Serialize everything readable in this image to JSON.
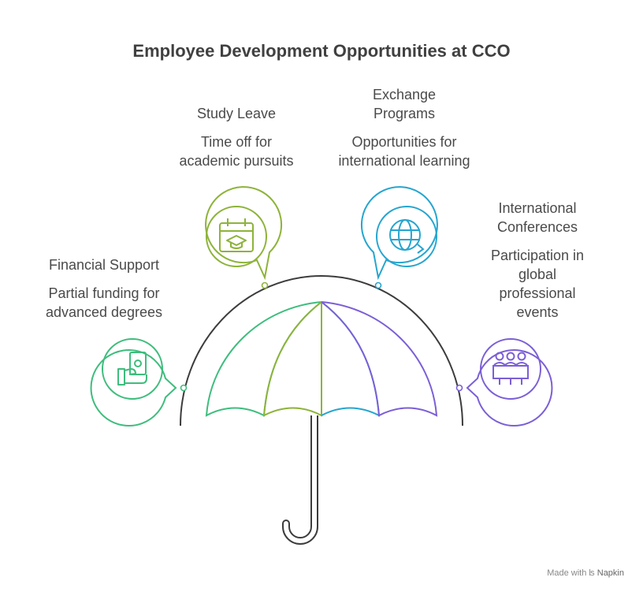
{
  "title": "Employee Development Opportunities at CCO",
  "items": [
    {
      "head": "Study Leave",
      "desc": "Time off for academic pursuits",
      "icon": "calendar-graduation-icon",
      "color": "#8db33a"
    },
    {
      "head": "Exchange Programs",
      "desc": "Opportunities for international learning",
      "icon": "globe-icon",
      "color": "#26a5cf"
    },
    {
      "head": "International Conferences",
      "desc": "Participation in global professional events",
      "icon": "conference-icon",
      "color": "#7b5fd6"
    },
    {
      "head": "Financial Support",
      "desc": "Partial funding for advanced degrees",
      "icon": "hand-money-icon",
      "color": "#3ebd7d"
    }
  ],
  "watermark": {
    "prefix": "Made with",
    "brand": "Napkin"
  }
}
